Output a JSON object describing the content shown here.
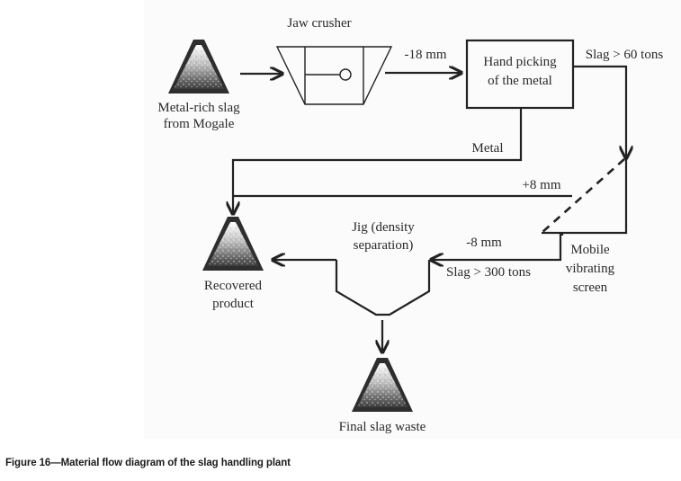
{
  "figure": {
    "caption": "Figure 16—Material flow diagram of the slag handling plant",
    "nodes": {
      "feed_pile": {
        "label_line1": "Metal-rich slag",
        "label_line2": "from Mogale",
        "icon": "slag-pile-icon"
      },
      "jaw_crusher": {
        "label": "Jaw crusher",
        "icon": "jaw-crusher-icon"
      },
      "hand_picking": {
        "label_line1": "Hand picking",
        "label_line2": "of the metal"
      },
      "screen": {
        "label_line1": "Mobile",
        "label_line2": "vibrating",
        "label_line3": "screen",
        "icon": "vibrating-screen-icon"
      },
      "jig": {
        "label_line1": "Jig (density",
        "label_line2": "separation)",
        "icon": "jig-hopper-icon"
      },
      "recovered_product": {
        "label_line1": "Recovered",
        "label_line2": "product",
        "icon": "slag-pile-icon"
      },
      "final_waste": {
        "label": "Final slag waste",
        "icon": "slag-pile-icon"
      }
    },
    "flows": {
      "crusher_output": "-18 mm",
      "slag_to_screen": "Slag > 60 tons",
      "metal": "Metal",
      "oversize": "+8 mm",
      "undersize": "-8 mm",
      "slag_to_jig": "Slag > 300 tons"
    }
  }
}
